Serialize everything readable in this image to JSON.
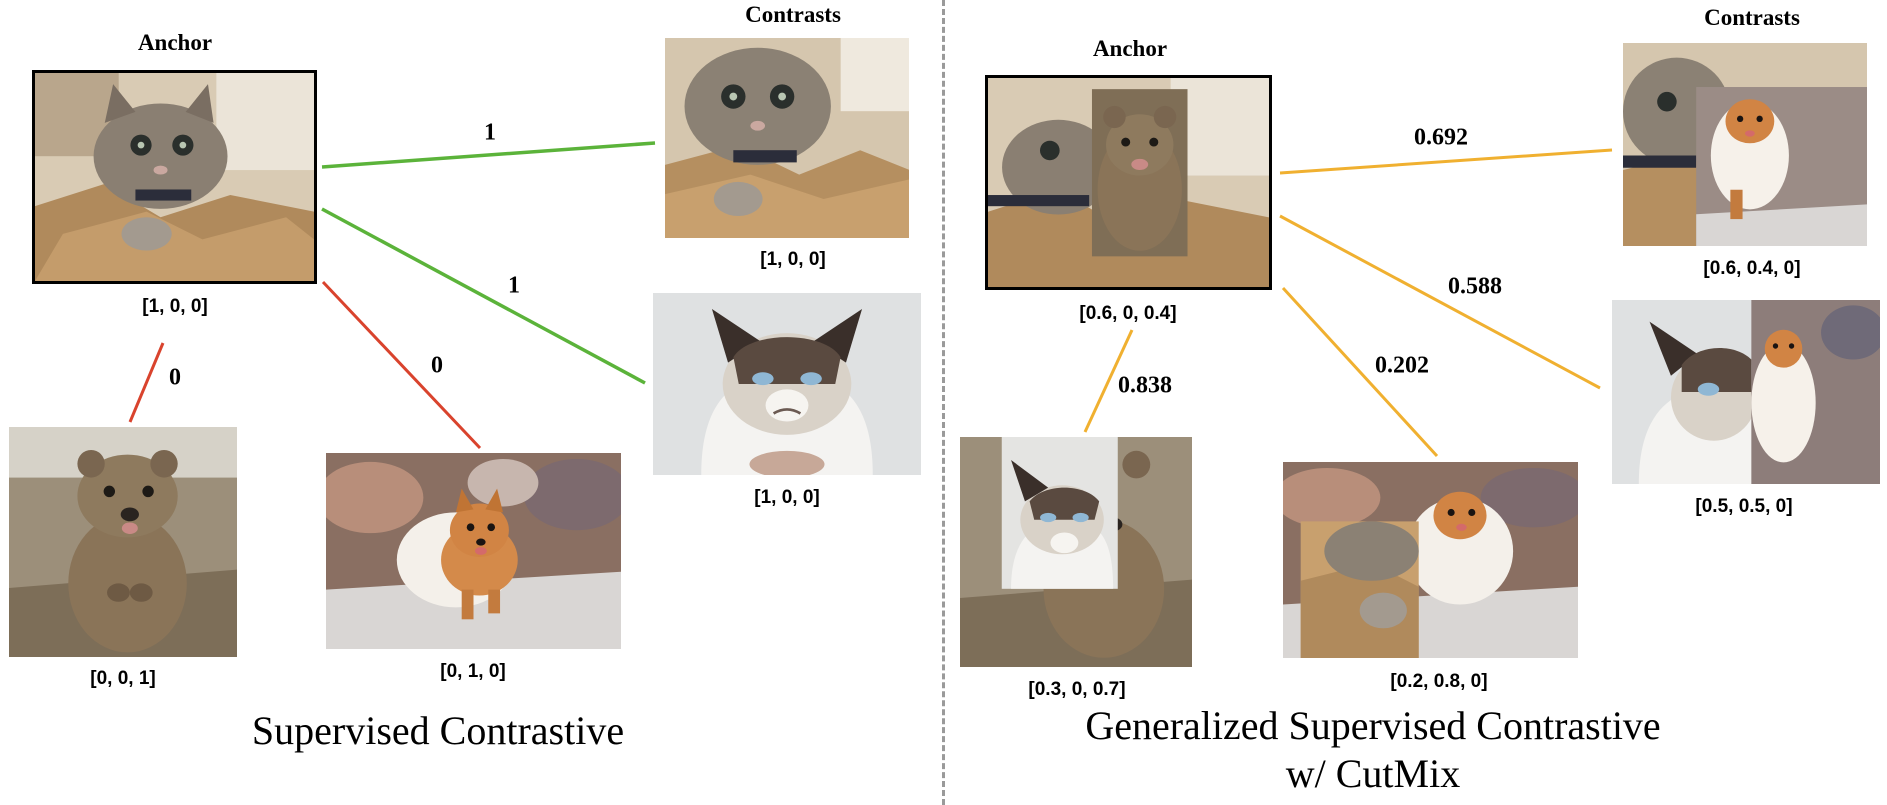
{
  "panels": {
    "left": {
      "title": "Supervised Contrastive",
      "anchor_heading": "Anchor",
      "contrasts_heading": "Contrasts",
      "anchor_vector": "[1, 0, 0]",
      "contrast_cat_vector": "[1, 0, 0]",
      "contrast_grumpy_vector": "[1, 0, 0]",
      "quokka_vector": "[0, 0, 1]",
      "pomeranian_vector": "[0, 1, 0]",
      "weights": {
        "to_cat": "1",
        "to_grumpy": "1",
        "to_quokka": "0",
        "to_pomeranian": "0"
      }
    },
    "right": {
      "title_line1": "Generalized Supervised Contrastive",
      "title_line2": "w/ CutMix",
      "anchor_heading": "Anchor",
      "contrasts_heading": "Contrasts",
      "anchor_vector": "[0.6, 0, 0.4]",
      "mix1_vector": "[0.6, 0.4, 0]",
      "mix2_vector": "[0.5, 0.5, 0]",
      "mix3_vector": "[0.3, 0, 0.7]",
      "mix4_vector": "[0.2, 0.8, 0]",
      "weights": {
        "to_mix1": "0.692",
        "to_mix2": "0.588",
        "to_mix3": "0.838",
        "to_mix4": "0.202"
      }
    }
  },
  "colors": {
    "positive_edge": "#5bb33a",
    "negative_edge": "#d9432d",
    "soft_edge": "#f0b030",
    "divider": "#9a9a9a"
  },
  "image_subjects": [
    "cat",
    "grumpy-cat",
    "quokka",
    "pomeranian"
  ]
}
